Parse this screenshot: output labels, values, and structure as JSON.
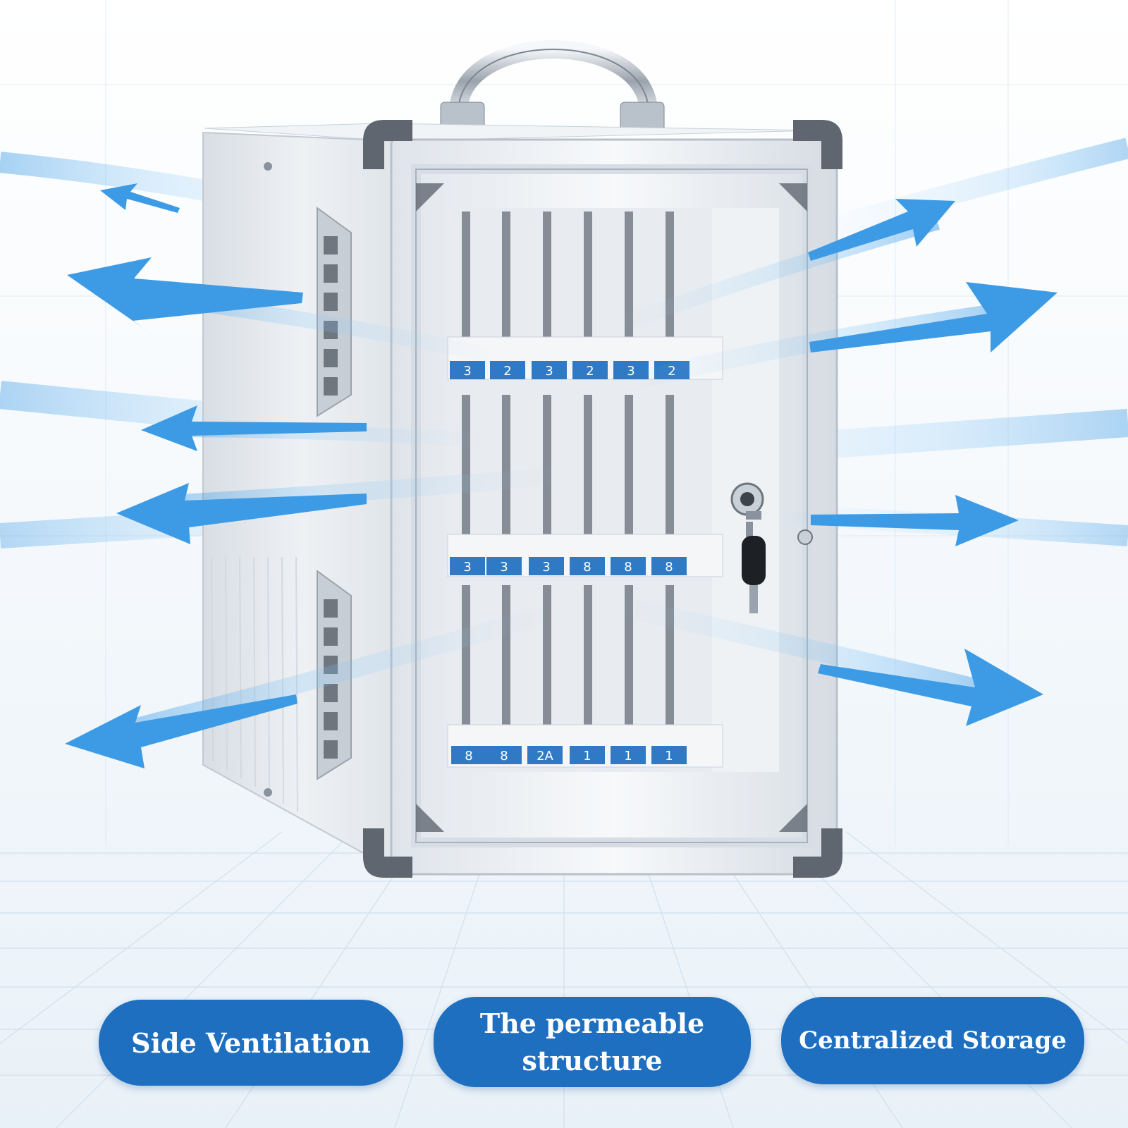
{
  "labels": {
    "side_ventilation": "Side Ventilation",
    "permeable_structure": "The permeable structure",
    "centralized_storage": "Centralized Storage"
  },
  "slot_tags": {
    "row1": [
      "3",
      "2",
      "3",
      "2",
      "3",
      "2"
    ],
    "row2": [
      "3",
      "3",
      "3",
      "8",
      "8",
      "8"
    ],
    "row3": [
      "8",
      "8",
      "2A",
      "1",
      "1",
      "1"
    ]
  },
  "colors": {
    "accent": "#1f6fc0",
    "arrow": "#3d9be6",
    "cabinet": "#e8ecf0",
    "frame": "#c9d0d8",
    "corner": "#5f6670",
    "background": "#f7fbfe"
  },
  "icons": {
    "handle": "carry-handle-icon",
    "lock": "key-lock-icon",
    "arrow": "airflow-arrow-icon"
  }
}
